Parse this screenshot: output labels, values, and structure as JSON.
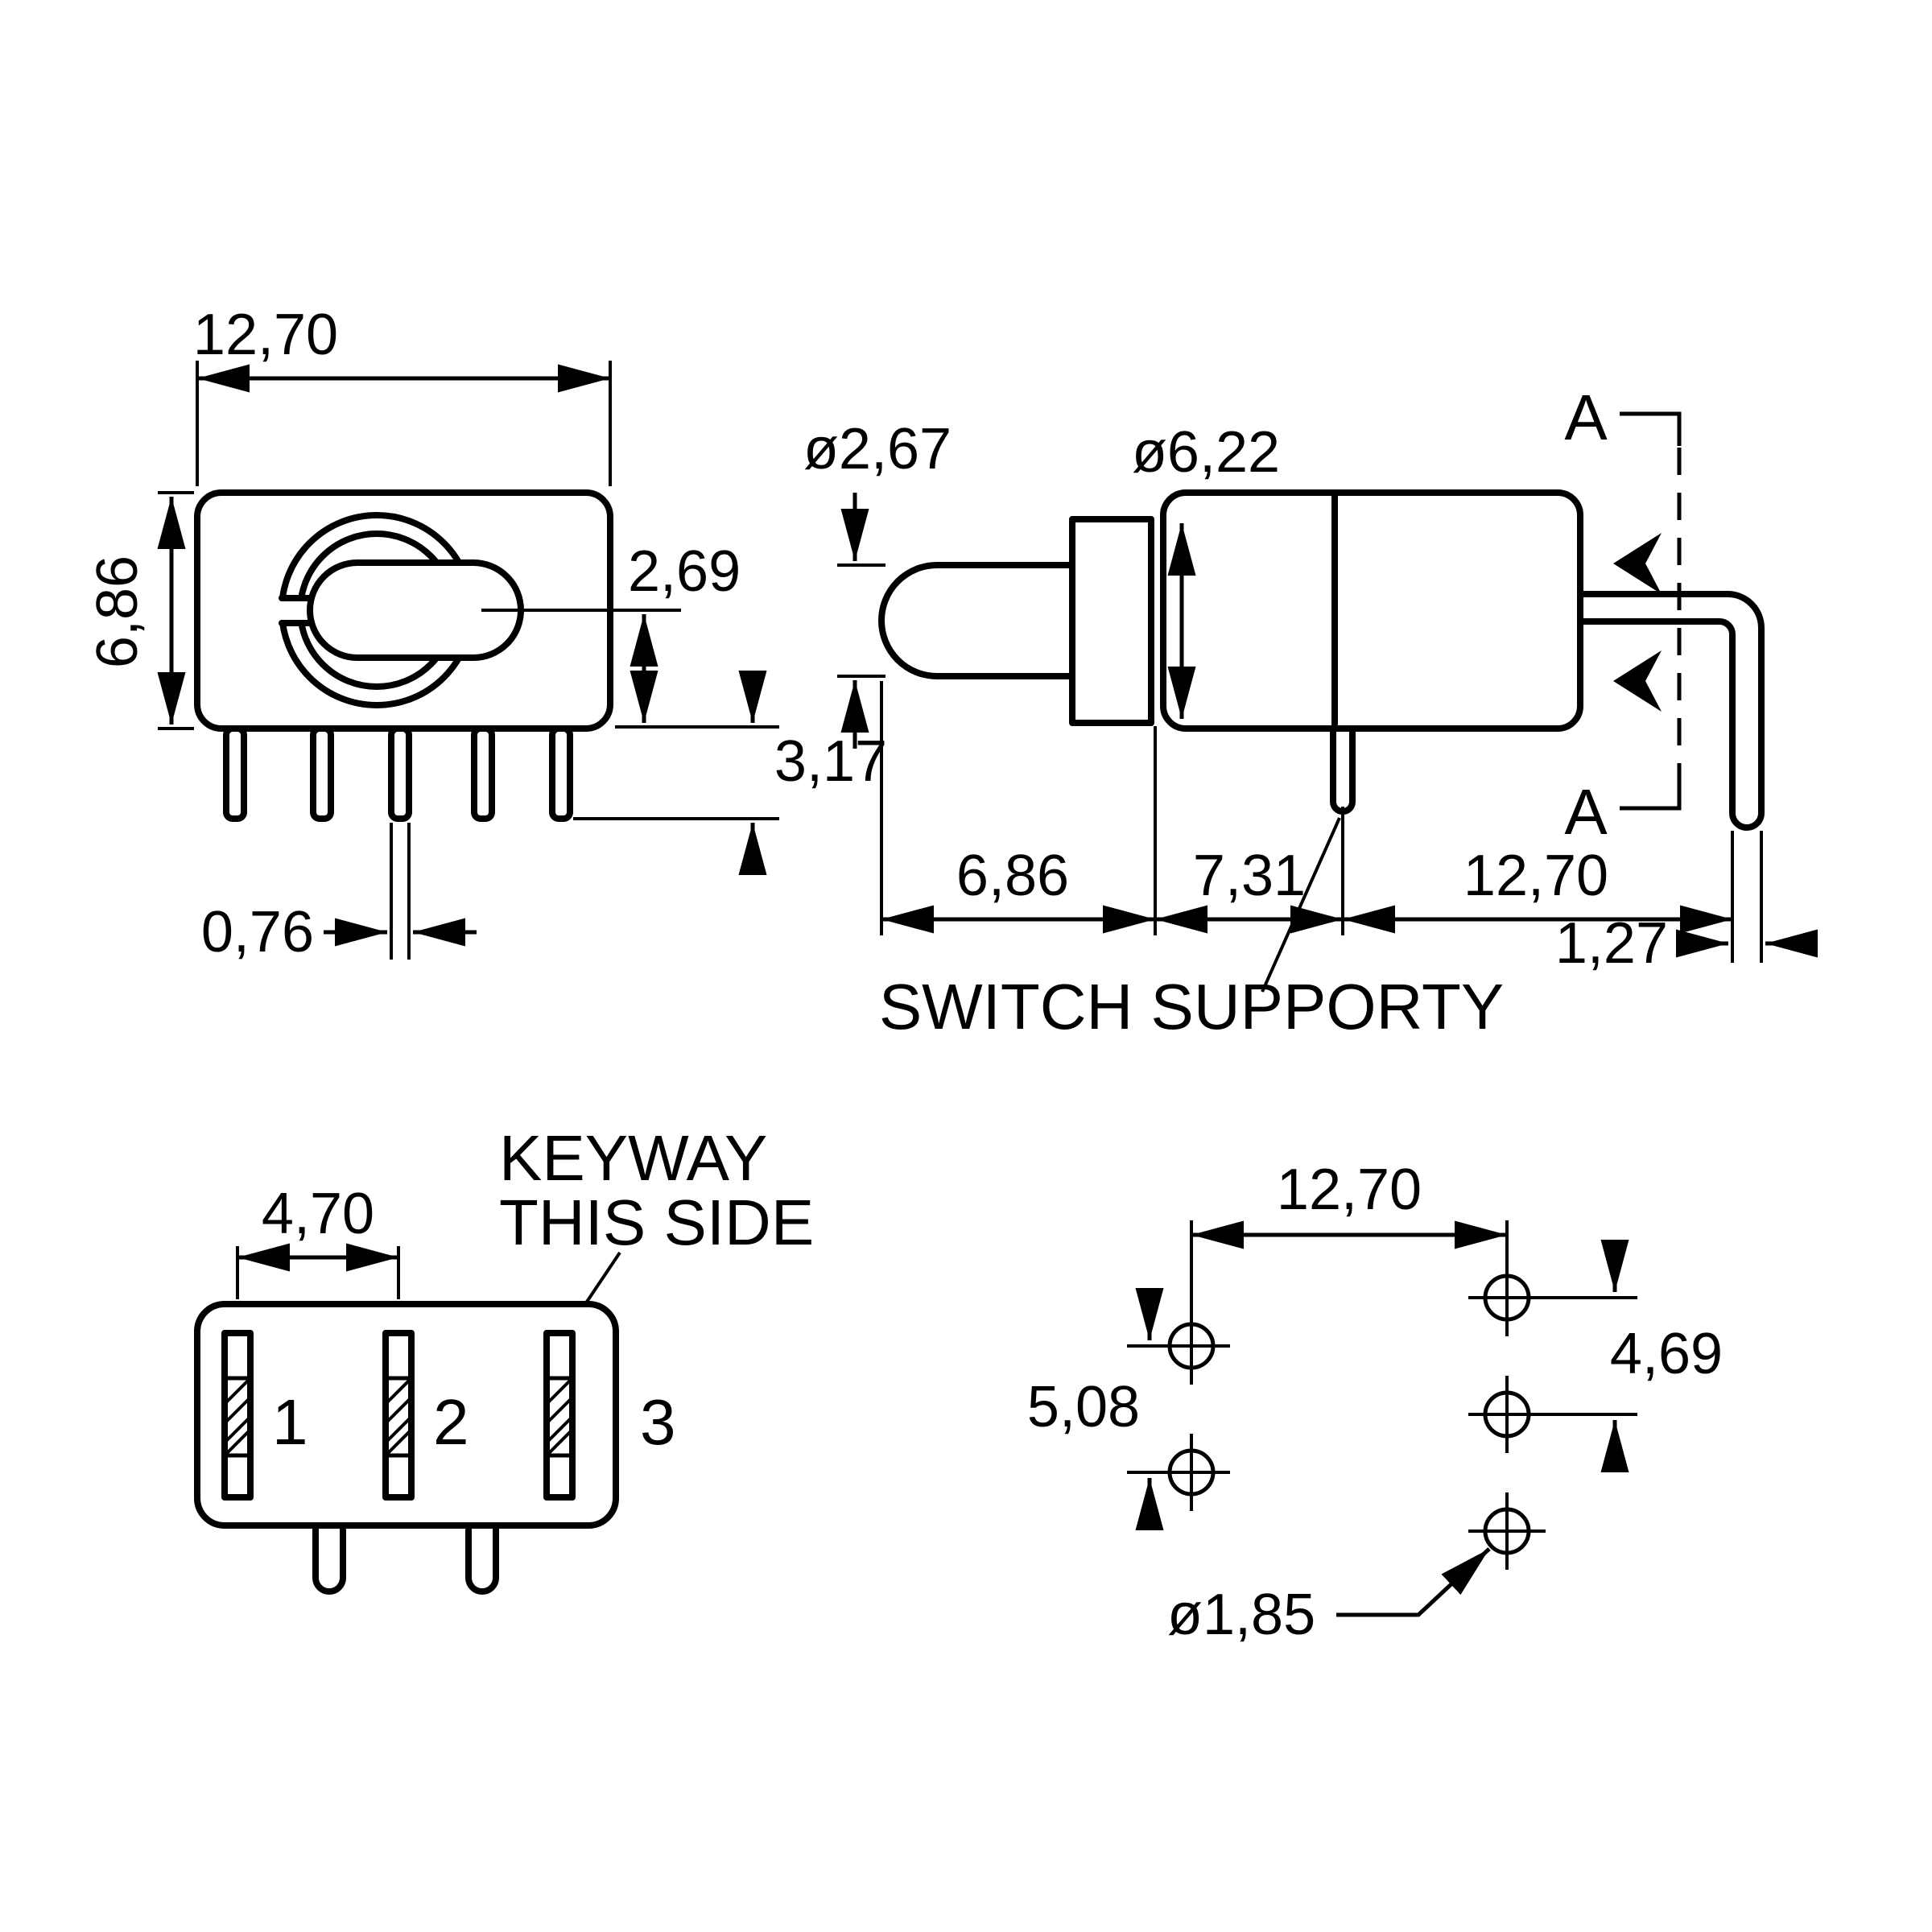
{
  "drawing": {
    "front_view": {
      "width": "12,70",
      "height": "6,86",
      "lever_offset": "2,69",
      "pin_length": "3,17",
      "pin_thickness": "0,76"
    },
    "side_view": {
      "lever_diameter": "ø2,67",
      "bushing_diameter": "ø6,22",
      "lever_length": "6,86",
      "bushing_length": "7,31",
      "body_length": "12,70",
      "terminal_offset": "1,27",
      "support_label": "SWITCH SUPPORTY",
      "section_top": "A",
      "section_bottom": "A"
    },
    "bottom_view": {
      "pin_pitch": "4,70",
      "keyway_line1": "KEYWAY",
      "keyway_line2": "THIS SIDE",
      "pin_numbers": [
        "1",
        "2",
        "3"
      ]
    },
    "hole_pattern": {
      "column_spacing": "12,70",
      "left_pitch": "5,08",
      "right_pitch": "4,69",
      "hole_diameter": "ø1,85"
    }
  }
}
